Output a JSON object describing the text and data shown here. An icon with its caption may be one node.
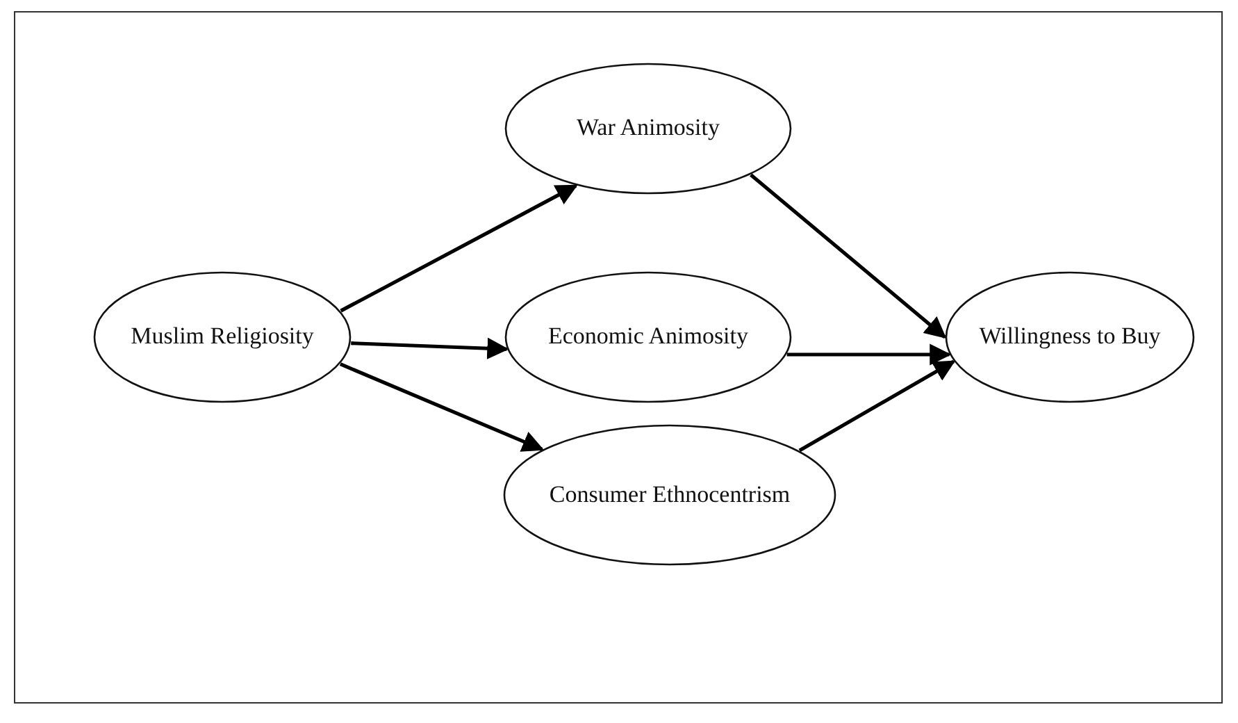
{
  "diagram": {
    "nodes": [
      {
        "text": [
          "Muslim Religiosity"
        ]
      },
      {
        "text": [
          "War Animosity"
        ]
      },
      {
        "text": [
          "Economic Animosity"
        ]
      },
      {
        "text": [
          "Consumer Ethnocentrism"
        ]
      },
      {
        "text": [
          "Willingness to Buy"
        ]
      }
    ],
    "edges": [
      {
        "from": 0,
        "to": 1,
        "arrow": "to"
      },
      {
        "from": 0,
        "to": 2,
        "arrow": "to"
      },
      {
        "from": 0,
        "to": 3,
        "arrow": "to"
      },
      {
        "from": 1,
        "to": 4,
        "arrow": "to"
      },
      {
        "from": 2,
        "to": 4,
        "arrow": "to"
      },
      {
        "from": 3,
        "to": 4,
        "arrow": "to"
      }
    ]
  }
}
